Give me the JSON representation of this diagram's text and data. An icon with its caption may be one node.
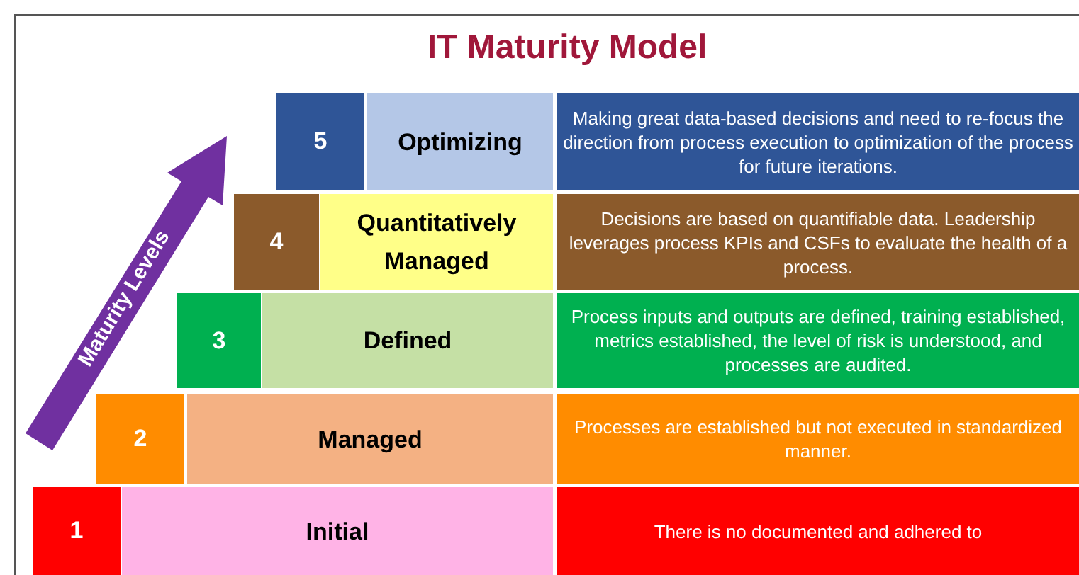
{
  "diagram": {
    "title": "IT Maturity Model",
    "nodes": [
      {
        "text": [
          "5"
        ]
      },
      {
        "text": [
          "Optimizing"
        ]
      },
      {
        "text": [
          "Making great data-based decisions and need to re-focus the direction from process execution to optimization of the process for future iterations."
        ]
      },
      {
        "text": [
          "4"
        ]
      },
      {
        "text": [
          "Quantitatively Managed"
        ]
      },
      {
        "text": [
          "Decisions are based on quantifiable data. Leadership leverages process KPIs and CSFs to evaluate the health of a process."
        ]
      },
      {
        "text": [
          "3"
        ]
      },
      {
        "text": [
          "Defined"
        ]
      },
      {
        "text": [
          "Process inputs and outputs are defined, training established, metrics established, the level of risk is understood, and processes are audited."
        ]
      },
      {
        "text": [
          "2"
        ]
      },
      {
        "text": [
          "Managed"
        ]
      },
      {
        "text": [
          "Processes are established but not executed in standardized manner."
        ]
      },
      {
        "text": [
          "1"
        ]
      },
      {
        "text": [
          "Initial"
        ]
      },
      {
        "text": [
          "There is no documented and adhered to"
        ]
      }
    ],
    "labels": [
      "Maturity Levels"
    ]
  }
}
